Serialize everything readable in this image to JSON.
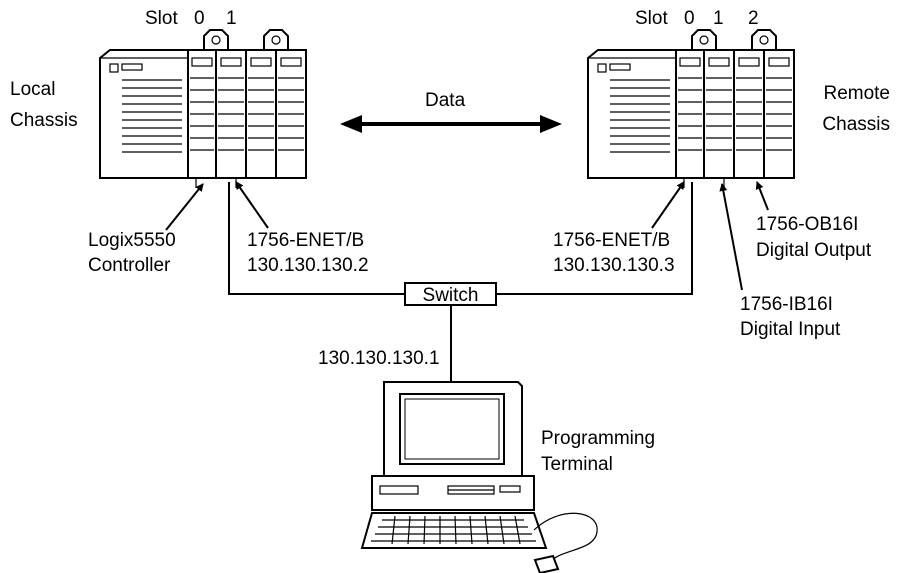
{
  "local": {
    "slot_label": "Slot",
    "slot_numbers": [
      "0",
      "1"
    ],
    "chassis_line1": "Local",
    "chassis_line2": "Chassis",
    "controller_line1": "Logix5550",
    "controller_line2": "Controller",
    "enet_model": "1756-ENET/B",
    "enet_ip": "130.130.130.2"
  },
  "remote": {
    "slot_label": "Slot",
    "slot_numbers": [
      "0",
      "1",
      "2"
    ],
    "chassis_line1": "Remote",
    "chassis_line2": "Chassis",
    "enet_model": "1756-ENET/B",
    "enet_ip": "130.130.130.3",
    "output_model": "1756-OB16I",
    "output_desc": "Digital Output",
    "input_model": "1756-IB16I",
    "input_desc": "Digital Input"
  },
  "link": {
    "data_label": "Data"
  },
  "switch": {
    "label": "Switch"
  },
  "terminal": {
    "ip": "130.130.130.1",
    "line1": "Programming",
    "line2": "Terminal"
  }
}
